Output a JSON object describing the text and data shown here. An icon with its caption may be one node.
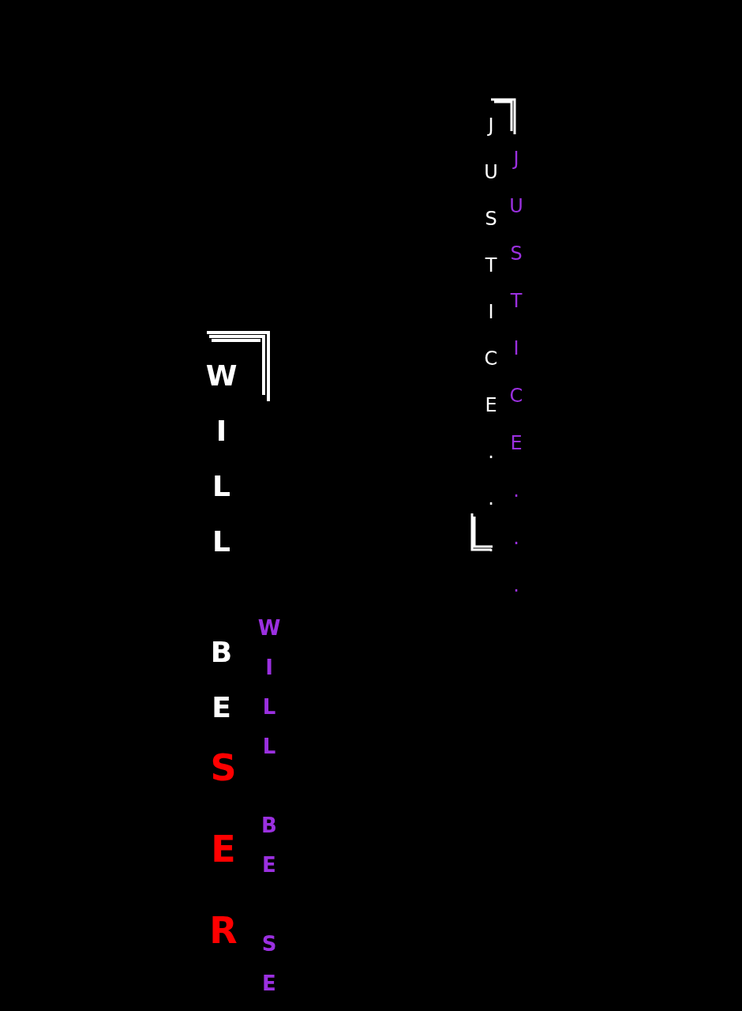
{
  "diagram": {
    "labels": [
      "JUSTICE...",
      "JUSTICE...",
      "WILL BE",
      "SER",
      "WILL BE SE"
    ]
  }
}
